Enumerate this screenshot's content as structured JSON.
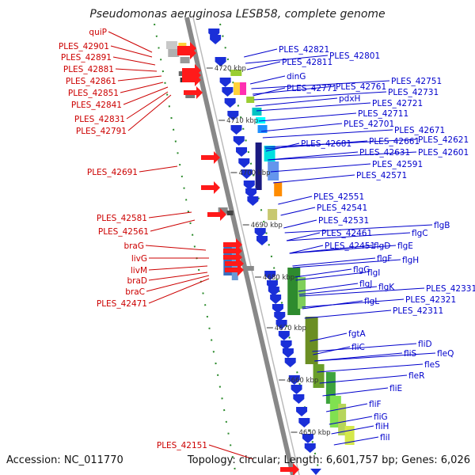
{
  "title": "Pseudomonas aeruginosa LESB58, complete genome",
  "footer": {
    "accession": "Accession: NC_011770",
    "summary": "Topology: circular; Length: 6,601,757 bp; Genes: 6,026"
  },
  "scale_labels": [
    "4720 kbp",
    "4710 kbp",
    "4700 kbp",
    "4690 kbp",
    "4680 kbp",
    "4670 kbp",
    "4660 kbp",
    "4650 kbp"
  ],
  "colors": {
    "forward_labels": "#cc0000",
    "reverse_labels": "#0000cc",
    "backbone": "#8a8a8a"
  },
  "left_labels": [
    "quiP",
    "PLES_42901",
    "PLES_42891",
    "PLES_42881",
    "PLES_42861",
    "PLES_42851",
    "PLES_42841",
    "PLES_42831",
    "PLES_42791",
    "PLES_42691",
    "PLES_42581",
    "PLES_42561",
    "braG",
    "livG",
    "livM",
    "braD",
    "braC",
    "PLES_42471",
    "PLES_42151"
  ],
  "right_labels": [
    "PLES_42821",
    "PLES_42801",
    "PLES_42811",
    "dinG",
    "PLES_42751",
    "PLES_42771",
    "PLES_42761",
    "PLES_42731",
    "pdxH",
    "PLES_42721",
    "PLES_42711",
    "PLES_42701",
    "PLES_42671",
    "PLES_42661",
    "PLES_42621",
    "PLES_42681",
    "PLES_42631",
    "PLES_42601",
    "PLES_42591",
    "PLES_42571",
    "PLES_42551",
    "PLES_42541",
    "PLES_42531",
    "flgB",
    "flgC",
    "PLES_42461",
    "PLES_42451",
    "flgD",
    "flgE",
    "flgF",
    "flgH",
    "flgG",
    "flgI",
    "flgJ",
    "flgK",
    "PLES_42331",
    "PLES_42321",
    "flgL",
    "PLES_42311",
    "fgtA",
    "fliC",
    "fliD",
    "fliS",
    "fleQ",
    "fleS",
    "fleR",
    "fliE",
    "fliF",
    "fliG",
    "fliH",
    "fliI"
  ]
}
